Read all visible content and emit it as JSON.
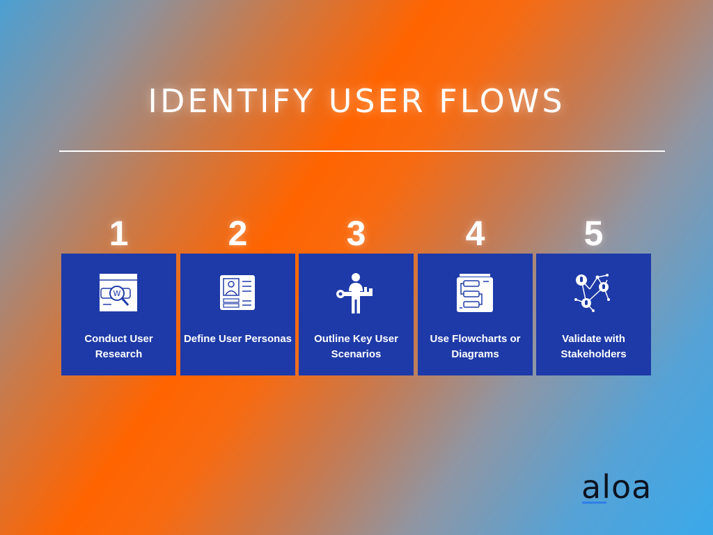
{
  "title": "IDENTIFY USER FLOWS",
  "steps": [
    {
      "number": "1",
      "label": "Conduct User Research",
      "icon": "web-search-icon"
    },
    {
      "number": "2",
      "label": "Define User Personas",
      "icon": "persona-card-icon"
    },
    {
      "number": "3",
      "label": "Outline Key User Scenarios",
      "icon": "user-key-icon"
    },
    {
      "number": "4",
      "label": "Use Flowcharts or Diagrams",
      "icon": "flowchart-icon"
    },
    {
      "number": "5",
      "label": "Validate with Stakeholders",
      "icon": "stakeholder-network-icon"
    }
  ],
  "logo": "aloa",
  "colors": {
    "card": "#1e3aa8",
    "orange": "#ff6400",
    "blue": "#3aa9ea",
    "logo_underline": "#2f7fe8"
  }
}
